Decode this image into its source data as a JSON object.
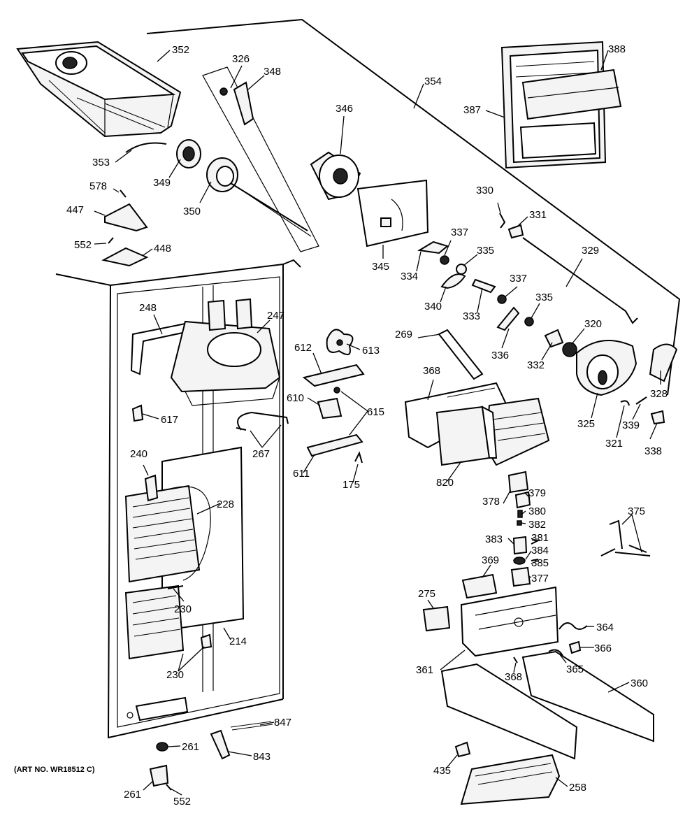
{
  "diagram": {
    "art_number": "(ART NO. WR18512 C)",
    "callouts": [
      {
        "id": "c352",
        "label": "352"
      },
      {
        "id": "c326",
        "label": "326"
      },
      {
        "id": "c348",
        "label": "348"
      },
      {
        "id": "c354",
        "label": "354"
      },
      {
        "id": "c388",
        "label": "388"
      },
      {
        "id": "c387",
        "label": "387"
      },
      {
        "id": "c346",
        "label": "346"
      },
      {
        "id": "c353",
        "label": "353"
      },
      {
        "id": "c349",
        "label": "349"
      },
      {
        "id": "c350",
        "label": "350"
      },
      {
        "id": "c578",
        "label": "578"
      },
      {
        "id": "c447",
        "label": "447"
      },
      {
        "id": "c552a",
        "label": "552"
      },
      {
        "id": "c448",
        "label": "448"
      },
      {
        "id": "c345",
        "label": "345"
      },
      {
        "id": "c330",
        "label": "330"
      },
      {
        "id": "c331",
        "label": "331"
      },
      {
        "id": "c337a",
        "label": "337"
      },
      {
        "id": "c335a",
        "label": "335"
      },
      {
        "id": "c329",
        "label": "329"
      },
      {
        "id": "c334",
        "label": "334"
      },
      {
        "id": "c340",
        "label": "340"
      },
      {
        "id": "c333",
        "label": "333"
      },
      {
        "id": "c337b",
        "label": "337"
      },
      {
        "id": "c335b",
        "label": "335"
      },
      {
        "id": "c320",
        "label": "320"
      },
      {
        "id": "c336",
        "label": "336"
      },
      {
        "id": "c332",
        "label": "332"
      },
      {
        "id": "c328",
        "label": "328"
      },
      {
        "id": "c325",
        "label": "325"
      },
      {
        "id": "c321",
        "label": "321"
      },
      {
        "id": "c339",
        "label": "339"
      },
      {
        "id": "c338",
        "label": "338"
      },
      {
        "id": "c248",
        "label": "248"
      },
      {
        "id": "c247",
        "label": "247"
      },
      {
        "id": "c612",
        "label": "612"
      },
      {
        "id": "c613",
        "label": "613"
      },
      {
        "id": "c269",
        "label": "269"
      },
      {
        "id": "c368a",
        "label": "368"
      },
      {
        "id": "c617",
        "label": "617"
      },
      {
        "id": "c610",
        "label": "610"
      },
      {
        "id": "c615",
        "label": "615"
      },
      {
        "id": "c267",
        "label": "267"
      },
      {
        "id": "c611",
        "label": "611"
      },
      {
        "id": "c175",
        "label": "175"
      },
      {
        "id": "c820",
        "label": "820"
      },
      {
        "id": "c240",
        "label": "240"
      },
      {
        "id": "c228",
        "label": "228"
      },
      {
        "id": "c378",
        "label": "378"
      },
      {
        "id": "c379",
        "label": "379"
      },
      {
        "id": "c380",
        "label": "380"
      },
      {
        "id": "c382",
        "label": "382"
      },
      {
        "id": "c383",
        "label": "383"
      },
      {
        "id": "c381",
        "label": "381"
      },
      {
        "id": "c384",
        "label": "384"
      },
      {
        "id": "c385",
        "label": "385"
      },
      {
        "id": "c377",
        "label": "377"
      },
      {
        "id": "c375",
        "label": "375"
      },
      {
        "id": "c369",
        "label": "369"
      },
      {
        "id": "c275",
        "label": "275"
      },
      {
        "id": "c230a",
        "label": "230"
      },
      {
        "id": "c214",
        "label": "214"
      },
      {
        "id": "c364",
        "label": "364"
      },
      {
        "id": "c366",
        "label": "366"
      },
      {
        "id": "c230b",
        "label": "230"
      },
      {
        "id": "c361",
        "label": "361"
      },
      {
        "id": "c368b",
        "label": "368"
      },
      {
        "id": "c365",
        "label": "365"
      },
      {
        "id": "c360",
        "label": "360"
      },
      {
        "id": "c847",
        "label": "847"
      },
      {
        "id": "c261a",
        "label": "261"
      },
      {
        "id": "c843",
        "label": "843"
      },
      {
        "id": "c435",
        "label": "435"
      },
      {
        "id": "c261b",
        "label": "261"
      },
      {
        "id": "c552b",
        "label": "552"
      },
      {
        "id": "c258",
        "label": "258"
      }
    ]
  }
}
